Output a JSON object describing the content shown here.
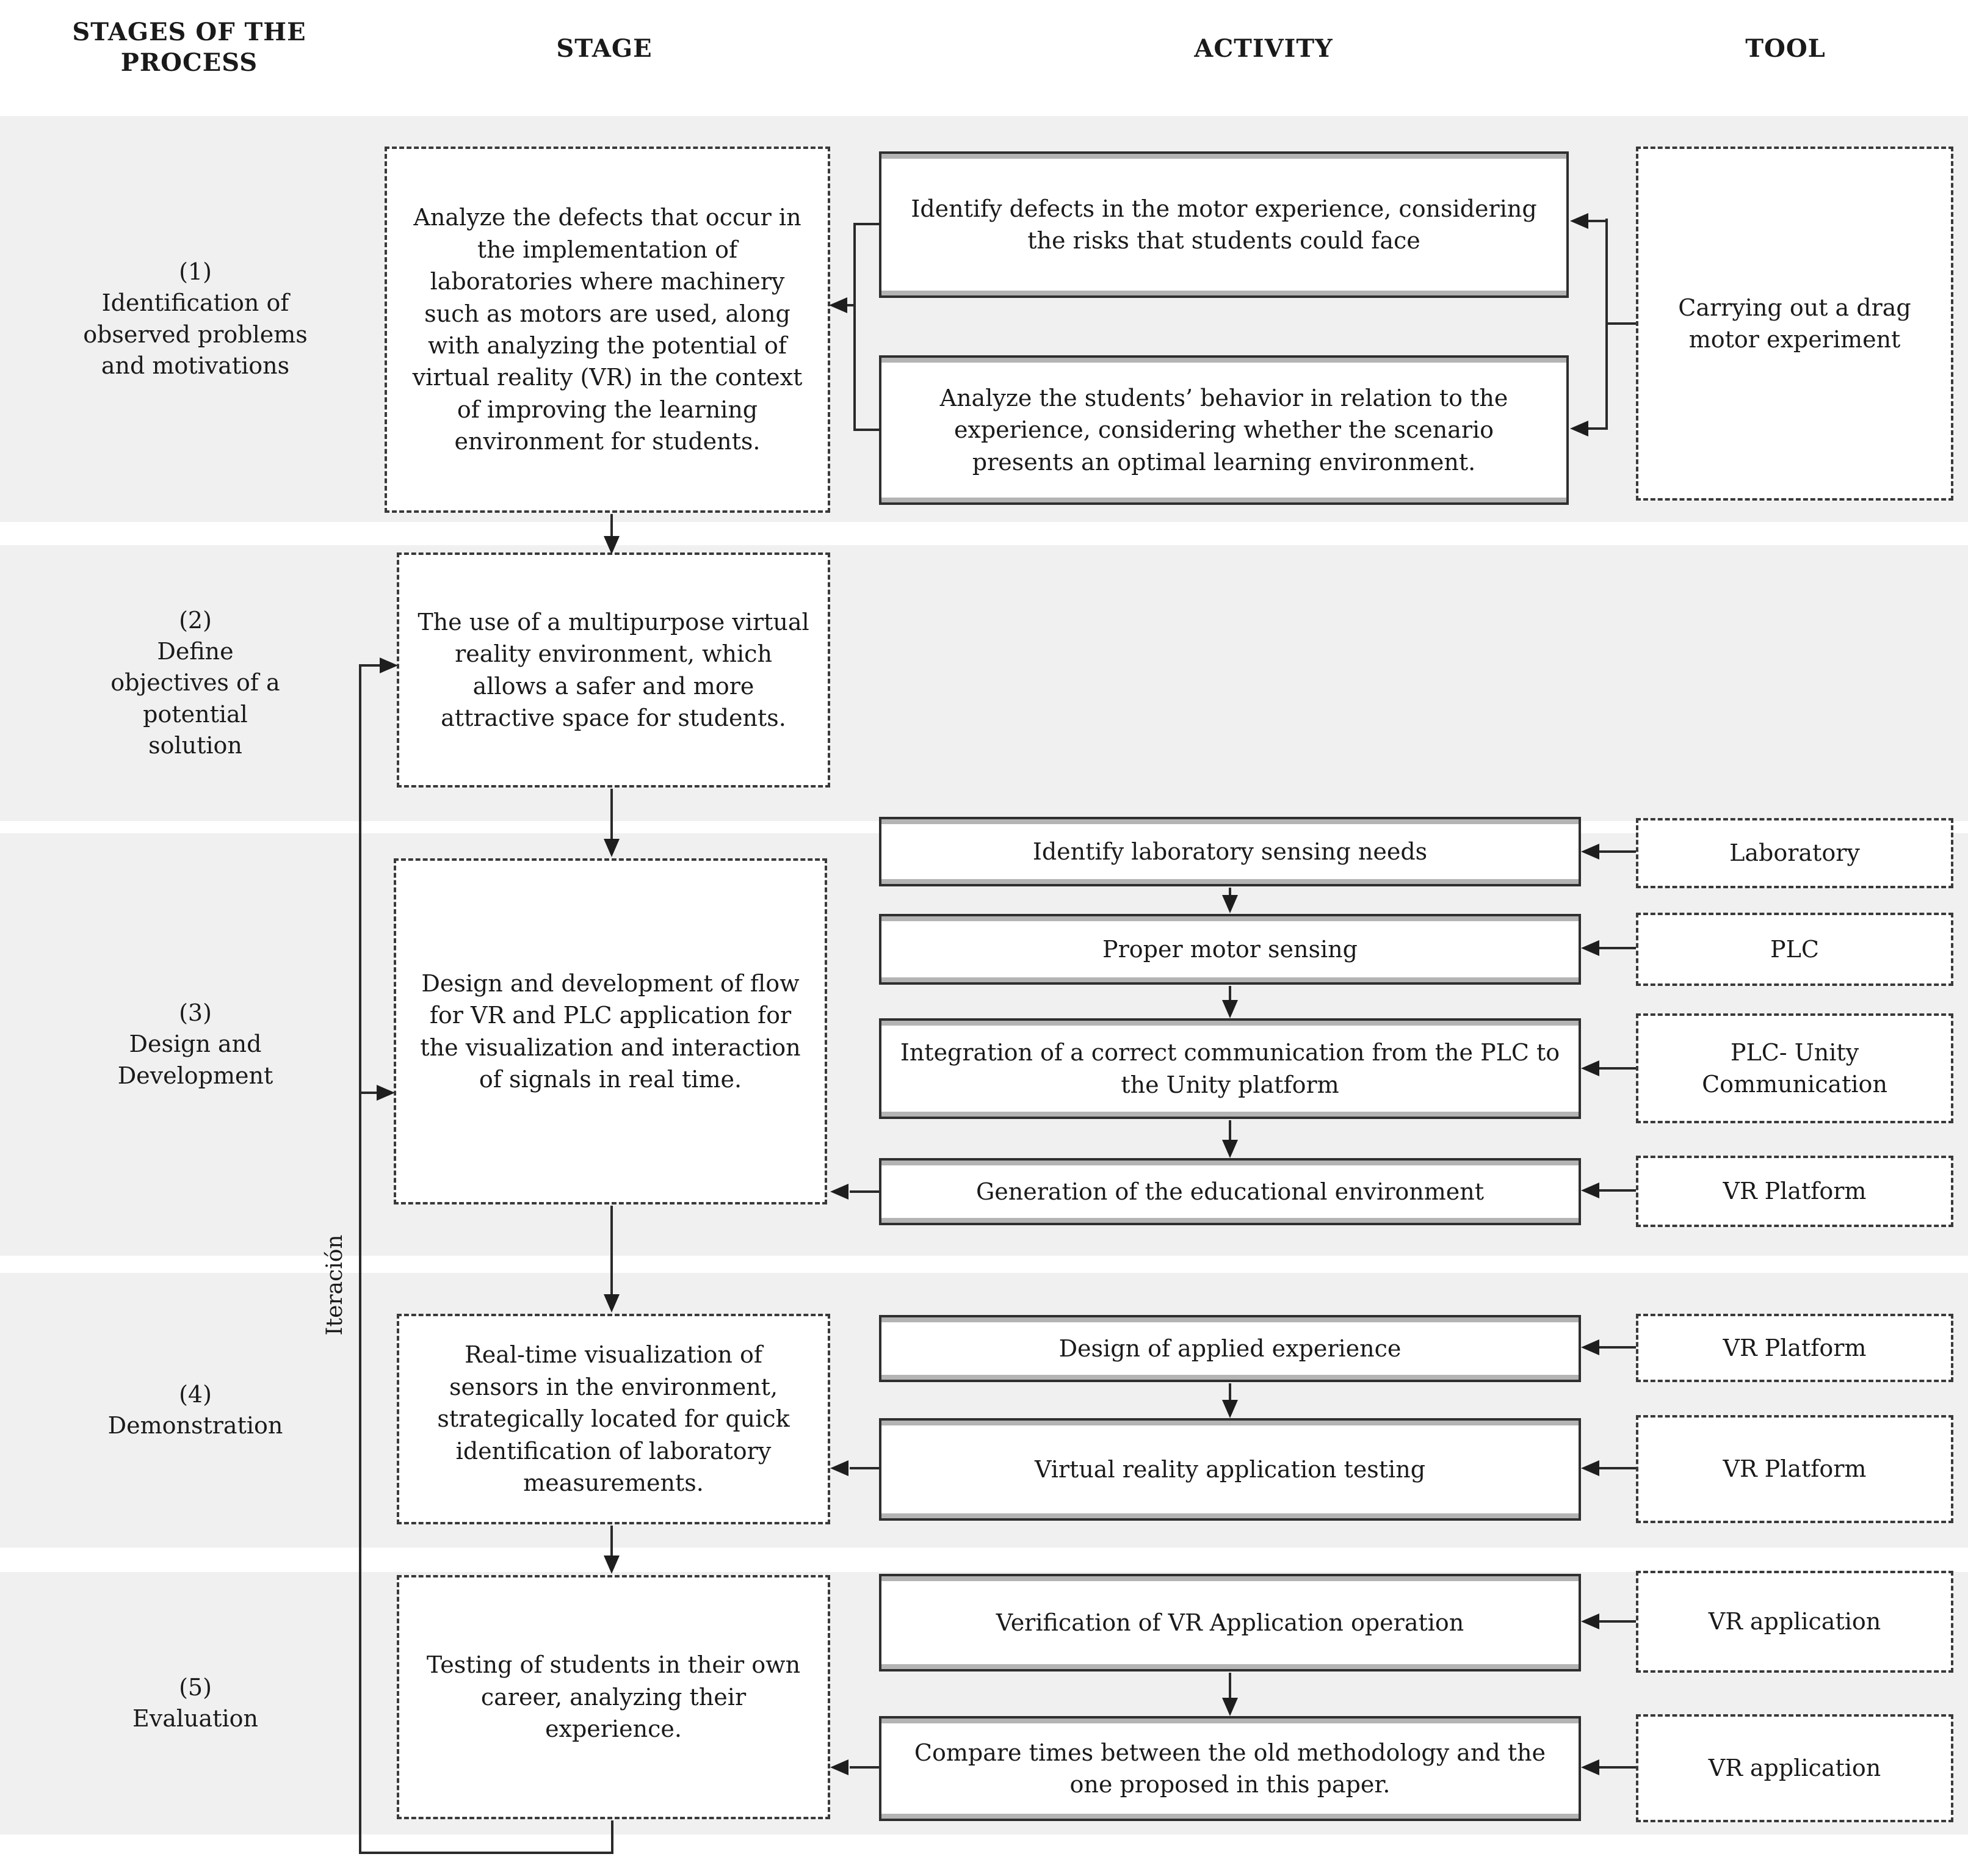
{
  "header": {
    "col_stages": "STAGES OF THE PROCESS",
    "col_stage": "STAGE",
    "col_activity": "ACTIVITY",
    "col_tool": "TOOL"
  },
  "iteration_label": "Iteración",
  "colors": {
    "row_band": "#f0f0f0",
    "line": "#2a2a2a",
    "box_border": "#2f2f2f",
    "background": "#ffffff"
  },
  "rows": [
    {
      "number": "(1)",
      "label": "Identification of observed problems and motivations",
      "stage": "Analyze the defects that occur in the implementation of laboratories where machinery such as motors are used, along with analyzing the potential of virtual reality (VR) in the context of improving the learning environment for students.",
      "activities": [
        "Identify defects in the motor experience, considering the risks that students could face",
        "Analyze the students’ behavior in relation to the experience, considering whether the scenario presents an optimal learning environment."
      ],
      "tools": [
        "Carrying out a drag motor experiment"
      ]
    },
    {
      "number": "(2)",
      "label": "Define objectives of a potential solution",
      "stage": "The use of a multipurpose virtual reality environment, which allows a safer and more attractive space for students.",
      "activities": [],
      "tools": []
    },
    {
      "number": "(3)",
      "label": "Design and Development",
      "stage": "Design and development of flow for VR and PLC application for the visualization and interaction of signals in real time.",
      "activities": [
        "Identify laboratory sensing needs",
        "Proper motor sensing",
        "Integration of a correct communication from the PLC to the Unity platform",
        "Generation of the educational environment"
      ],
      "tools": [
        "Laboratory",
        "PLC",
        "PLC- Unity Communication",
        "VR Platform"
      ]
    },
    {
      "number": "(4)",
      "label": "Demonstration",
      "stage": "Real-time visualization of sensors in the environment, strategically located for quick identification of laboratory measurements.",
      "activities": [
        "Design of applied experience",
        "Virtual reality application testing"
      ],
      "tools": [
        "VR Platform",
        "VR Platform"
      ]
    },
    {
      "number": "(5)",
      "label": "Evaluation",
      "stage": "Testing of students in their own career, analyzing their experience.",
      "activities": [
        "Verification of VR Application operation",
        "Compare times between the old methodology and the one proposed in this paper."
      ],
      "tools": [
        "VR application",
        "VR application"
      ]
    }
  ]
}
